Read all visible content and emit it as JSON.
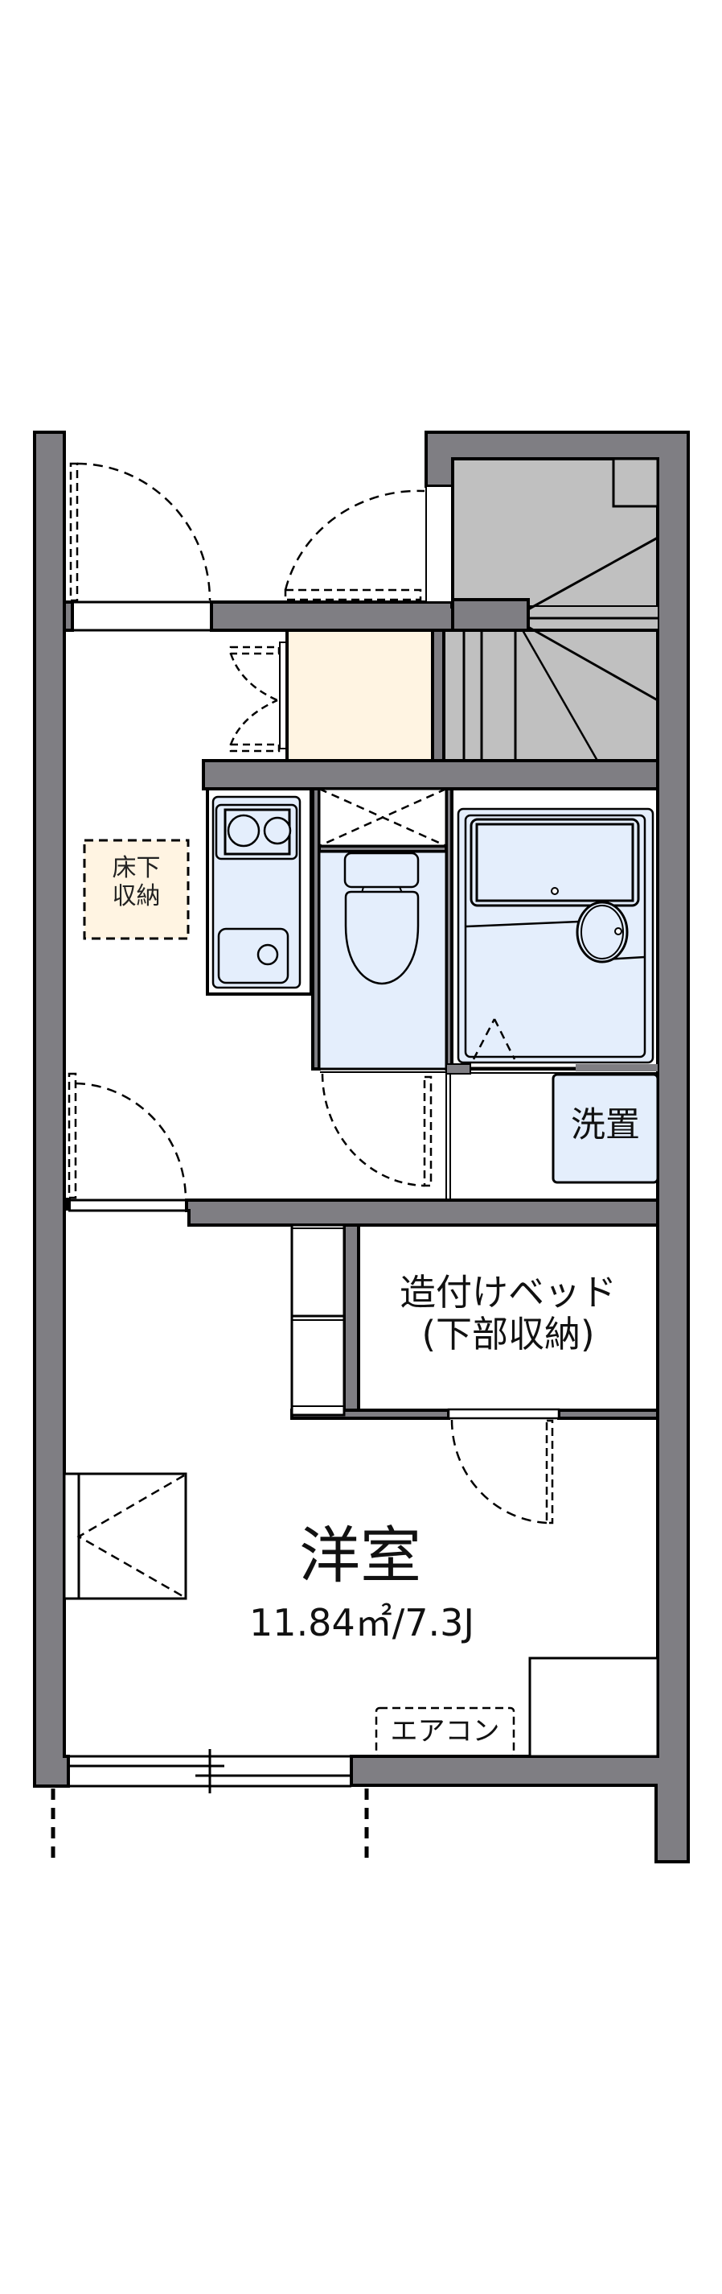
{
  "plan": {
    "colors": {
      "wall": "#7f7e83",
      "stair": "#c0c0c0",
      "storage_cream": "#fff4e2",
      "fixture_blue": "#e4eefc",
      "line": "#000000",
      "background": "#ffffff"
    },
    "labels": {
      "underfloor_storage_line1": "床下",
      "underfloor_storage_line2": "収納",
      "washer_space": "洗置",
      "built_in_bed_line1": "造付けベッド",
      "built_in_bed_line2": "(下部収納)",
      "room_name": "洋室",
      "room_area": "11.84㎡/7.3J",
      "air_conditioner": "エアコン"
    },
    "rooms": [
      {
        "name": "entrance",
        "type": "entry"
      },
      {
        "name": "shoe-closet",
        "type": "storage"
      },
      {
        "name": "staircase",
        "type": "stairs"
      },
      {
        "name": "kitchen",
        "fixtures": [
          "two-burner-stove",
          "sink"
        ]
      },
      {
        "name": "toilet",
        "fixtures": [
          "toilet"
        ]
      },
      {
        "name": "bathroom",
        "fixtures": [
          "bathtub",
          "wash-basin"
        ]
      },
      {
        "name": "washer-space",
        "label_ref": "washer_space"
      },
      {
        "name": "built-in-bed",
        "label_ref": "built_in_bed_line1"
      },
      {
        "name": "western-room",
        "label_ref": "room_name",
        "area": "11.84㎡",
        "jo": "7.3J"
      },
      {
        "name": "balcony-window"
      }
    ]
  }
}
